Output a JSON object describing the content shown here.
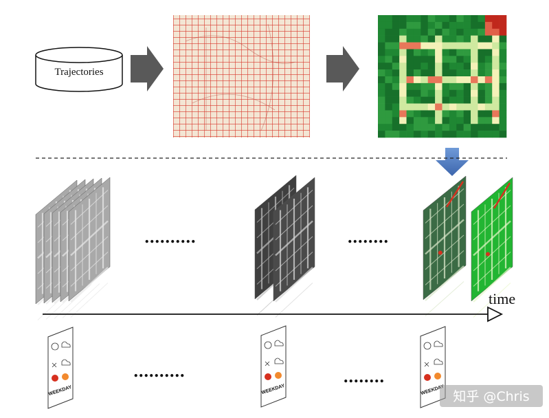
{
  "trajectories_label": "Trajectories",
  "time_label": "time",
  "watermark": "知乎 @Chris",
  "ellipsis": {
    "row_frames": "..........",
    "row_icons": "..........",
    "short": "........"
  },
  "weather_icon_text": "WEEKDAY",
  "colors": {
    "arrow_gray": "#595959",
    "arrow_blue": "#4a78c0",
    "grid_line": "#d8352a",
    "grid_paper": "#f3e6d4",
    "heat_low": "#1b7a2e",
    "heat_mid": "#8fcf6e",
    "heat_high": "#f4f1b8",
    "heat_hot": "#d7301f",
    "bright_green": "#28c43a",
    "dark_frame": "#3a3a3a",
    "gray_frame": "#a8a8a8"
  }
}
